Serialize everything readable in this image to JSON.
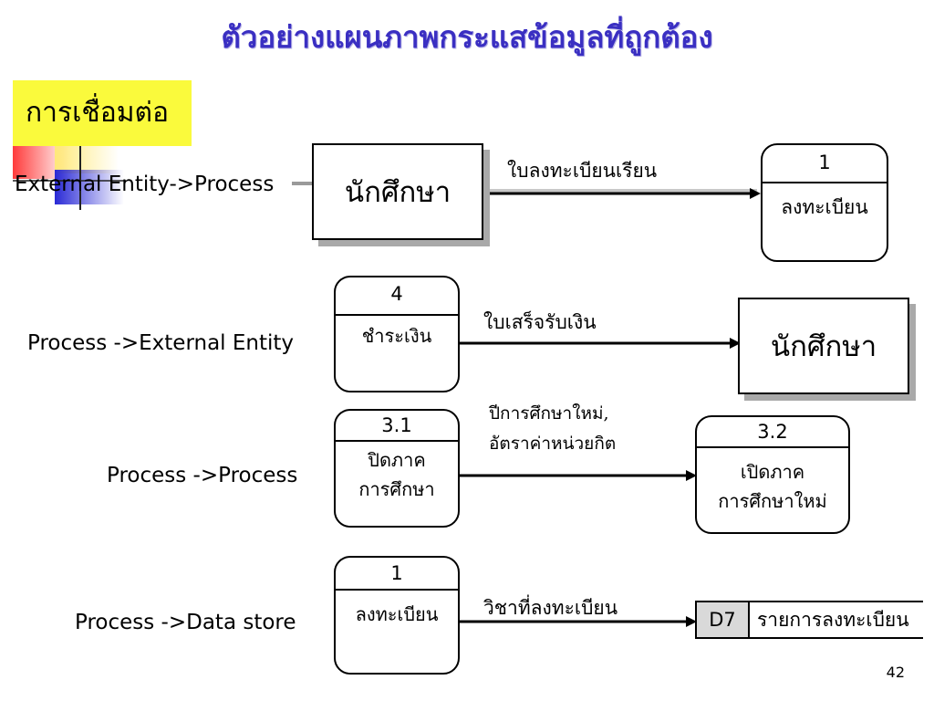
{
  "slide": {
    "title": "ตัวอย่างแผนภาพกระแสข้อมูลที่ถูกต้อง",
    "section_label": "การเชื่อมต่อ",
    "page_number": "42"
  },
  "rows": [
    {
      "label": "External Entity->Process",
      "source": {
        "kind": "entity",
        "name": "นักศึกษา"
      },
      "flow_label": "ใบลงทะเบียนเรียน",
      "target": {
        "kind": "process",
        "id": "1",
        "name": "ลงทะเบียน"
      }
    },
    {
      "label": "Process ->External Entity",
      "source": {
        "kind": "process",
        "id": "4",
        "name": "ชำระเงิน"
      },
      "flow_label": "ใบเสร็จรับเงิน",
      "target": {
        "kind": "entity",
        "name": "นักศึกษา"
      }
    },
    {
      "label": "Process ->Process",
      "source": {
        "kind": "process",
        "id": "3.1",
        "name_lines": [
          "ปิดภาค",
          "การศึกษา"
        ]
      },
      "flow_label_lines": [
        "ปีการศึกษาใหม่,",
        "อัตราค่าหน่วยกิต"
      ],
      "target": {
        "kind": "process",
        "id": "3.2",
        "name_lines": [
          "เปิดภาค",
          "การศึกษาใหม่"
        ]
      }
    },
    {
      "label": "Process ->Data store",
      "source": {
        "kind": "process",
        "id": "1",
        "name": "ลงทะเบียน"
      },
      "flow_label": "วิชาที่ลงทะเบียน",
      "target": {
        "kind": "datastore",
        "id": "D7",
        "name": "รายการลงทะเบียน"
      }
    }
  ]
}
